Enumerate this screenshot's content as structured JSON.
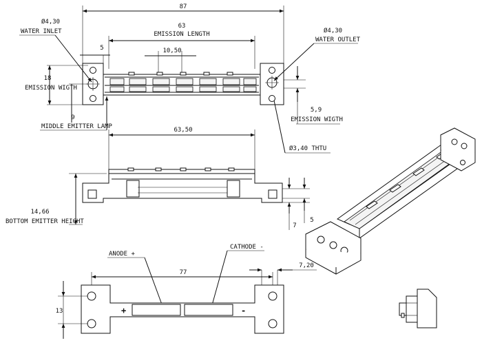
{
  "drawing": {
    "dim_overall_length": "87",
    "dim_emission_length_value": "63",
    "label_emission_length": "EMISSION LENGTH",
    "dim_pitch": "10,50",
    "dim_offset_5": "5",
    "inlet_diameter": "Ø4,30",
    "label_water_inlet": "WATER INLET",
    "outlet_diameter": "Ø4,30",
    "label_water_outlet": "WATER OUTLET",
    "dim_emission_width_left": "18",
    "label_emission_width_left": "EMISSION WIGTH",
    "dim_middle": "9",
    "label_middle_emitter": "MIDDLE EMITTER LAMP",
    "dim_emission_width_right": "5,9",
    "label_emission_width_right": "EMISSION WIGTH",
    "thru_hole": "Ø3,40 THTU",
    "dim_body_length": "63,50",
    "dim_bottom_height": "14,66",
    "label_bottom_height": "BOTTOM EMITTER HEIGHT",
    "dim_side_7": "7",
    "dim_side_5": "5",
    "label_anode": "ANODE +",
    "label_cathode": "CATHODE -",
    "dim_hole_pitch": "77",
    "dim_7_20": "7,20",
    "dim_13": "13",
    "plus_sign": "+",
    "minus_sign": "-"
  }
}
